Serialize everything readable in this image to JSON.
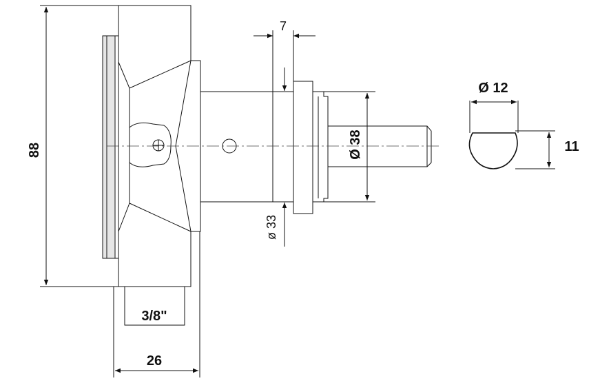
{
  "drawing": {
    "dim_height": "88",
    "dim_width": "26",
    "dim_thread": "3/8\"",
    "dim_flange": "7",
    "dim_bore": "Ø 38",
    "dim_hub": "ø 33",
    "dim_shaft": "Ø 12",
    "dim_flat": "11"
  }
}
